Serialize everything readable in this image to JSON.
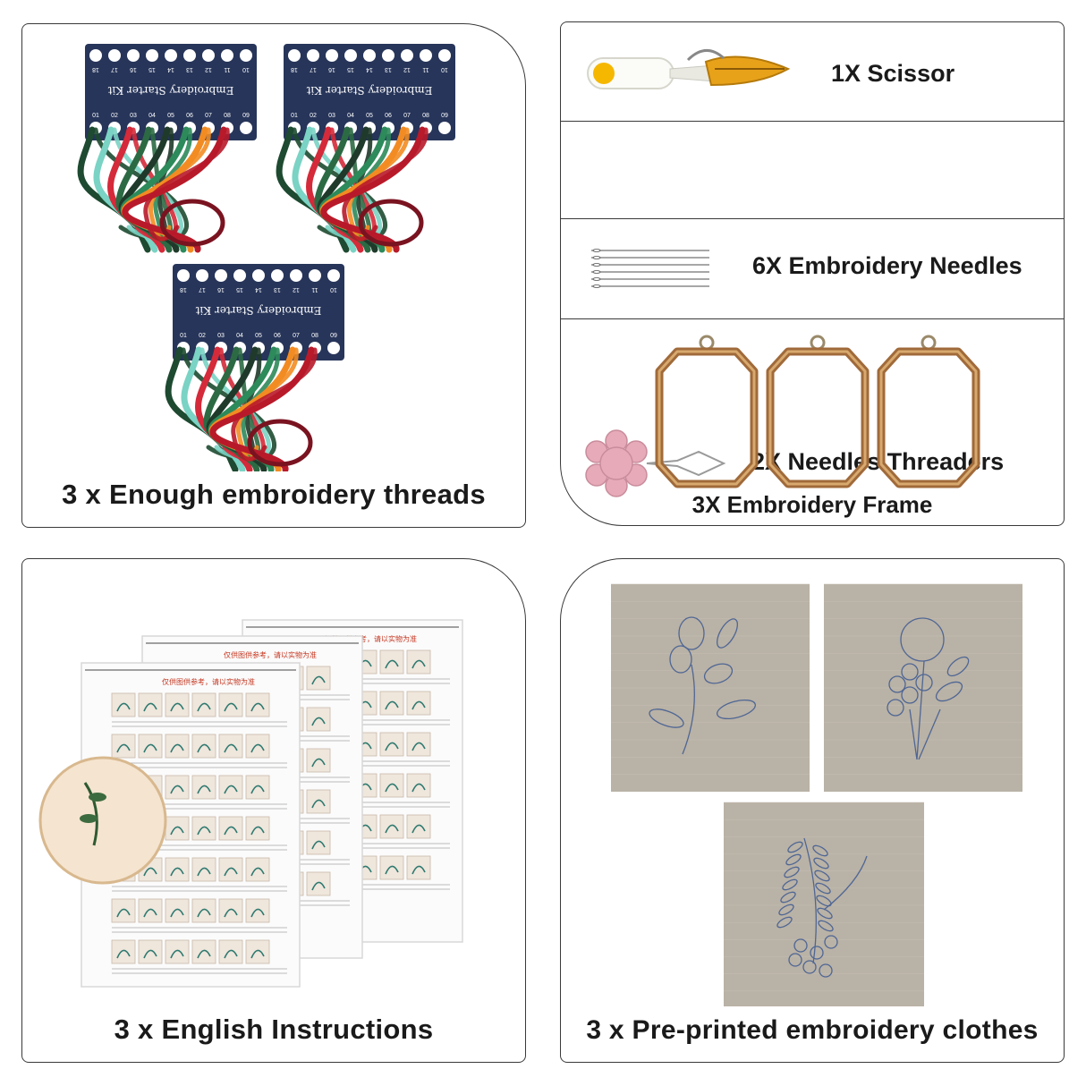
{
  "threads": {
    "caption": "3 x Enough embroidery threads",
    "card_title": "Embroidery Starter Kit",
    "top_numbers": [
      "18",
      "17",
      "16",
      "15",
      "14",
      "13",
      "12",
      "11",
      "10"
    ],
    "bottom_numbers": [
      "01",
      "02",
      "03",
      "04",
      "05",
      "06",
      "07",
      "08",
      "09"
    ],
    "thread_colors": [
      "#1d4a30",
      "#7ad3c4",
      "#d42a3a",
      "#2c6a44",
      "#1f3a2a",
      "#2d8a5a",
      "#f28c22",
      "#b81a2a"
    ],
    "card_color": "#27355a"
  },
  "tools": {
    "scissor_label": "1X Scissor",
    "needles_label": "6X Embroidery Needles",
    "threaders_label": "2X Needles Threaders",
    "frame_label": "3X Embroidery Frame"
  },
  "instructions": {
    "caption": "3 x English Instructions",
    "sheet_header": "仅供图供参考，请以实物为准"
  },
  "fabrics": {
    "caption": "3 x Pre-printed embroidery clothes",
    "fabric_color": "#b9b2a6",
    "ink_color": "#4f6694"
  }
}
